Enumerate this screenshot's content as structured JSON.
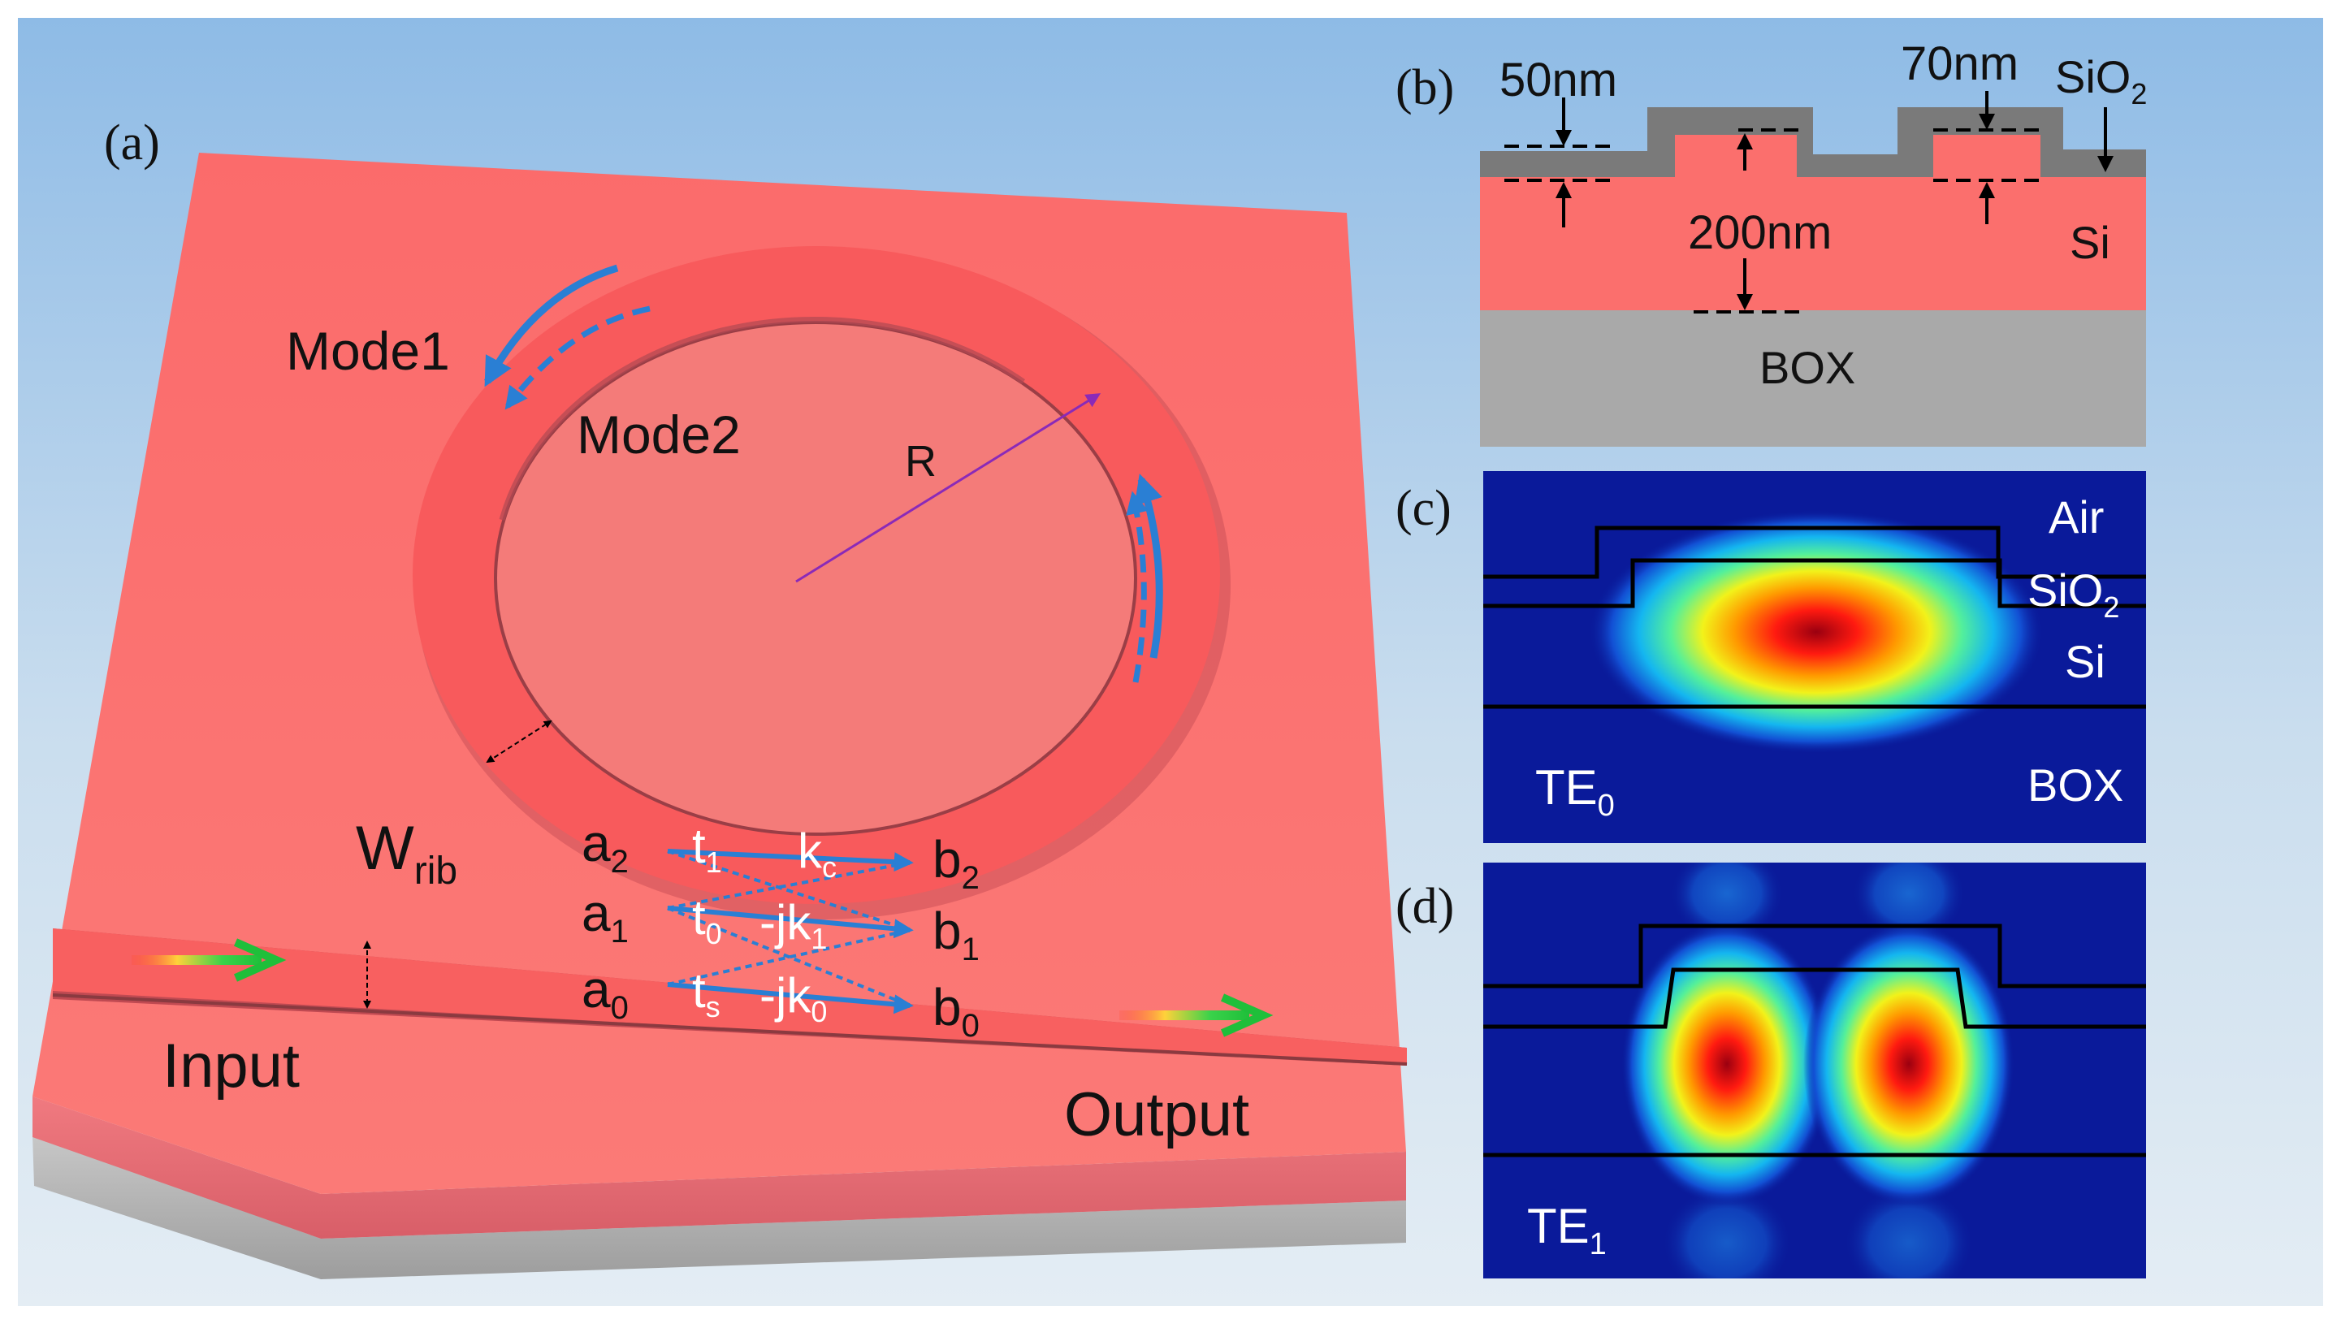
{
  "panel_a": {
    "label": "(a)",
    "mode1": "Mode1",
    "mode2": "Mode2",
    "radius": "R",
    "w": "W",
    "w_sub": "rib",
    "input": "Input",
    "output": "Output",
    "ports": [
      {
        "a": "a",
        "a_sub": "2",
        "t": "t",
        "t_sub": "1",
        "k": "k",
        "k_sub": "c",
        "k_prefix": "",
        "b": "b",
        "b_sub": "2"
      },
      {
        "a": "a",
        "a_sub": "1",
        "t": "t",
        "t_sub": "0",
        "k": "k",
        "k_sub": "1",
        "k_prefix": "-j",
        "b": "b",
        "b_sub": "1"
      },
      {
        "a": "a",
        "a_sub": "0",
        "t": "t",
        "t_sub": "s",
        "k": "k",
        "k_sub": "0",
        "k_prefix": "-j",
        "b": "b",
        "b_sub": "0"
      }
    ]
  },
  "panel_b": {
    "label": "(b)",
    "dim_50": "50nm",
    "dim_70": "70nm",
    "dim_200": "200nm",
    "sio2": "SiO",
    "sio2_sub": "2",
    "si": "Si",
    "box": "BOX"
  },
  "panel_c": {
    "label": "(c)",
    "air": "Air",
    "sio2": "SiO",
    "sio2_sub": "2",
    "si": "Si",
    "box": "BOX",
    "mode": "TE",
    "mode_sub": "0"
  },
  "panel_d": {
    "label": "(d)",
    "mode": "TE",
    "mode_sub": "1"
  },
  "colors": {
    "silicon": "#fb6f6d",
    "oxide": "#7f7f7f",
    "box": "#a9a9a9",
    "arrow_blue": "#2a7fd4",
    "field_bg": "#0a1a9a"
  }
}
